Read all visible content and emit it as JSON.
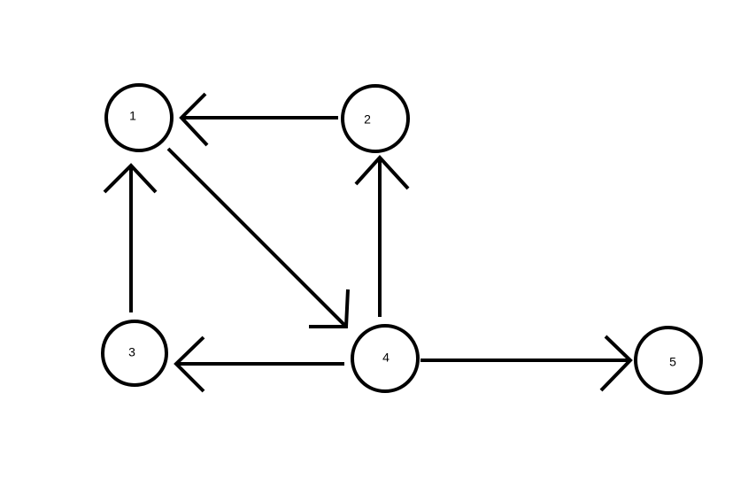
{
  "colors": {
    "background": "#ffffff",
    "stroke": "#000000"
  },
  "graph": {
    "nodes": [
      {
        "id": "1",
        "label": "1"
      },
      {
        "id": "2",
        "label": "2"
      },
      {
        "id": "3",
        "label": "3"
      },
      {
        "id": "4",
        "label": "4"
      },
      {
        "id": "5",
        "label": "5"
      }
    ],
    "edges": [
      {
        "from": "2",
        "to": "1"
      },
      {
        "from": "1",
        "to": "4"
      },
      {
        "from": "3",
        "to": "1"
      },
      {
        "from": "4",
        "to": "2"
      },
      {
        "from": "4",
        "to": "3"
      },
      {
        "from": "4",
        "to": "5"
      }
    ]
  }
}
